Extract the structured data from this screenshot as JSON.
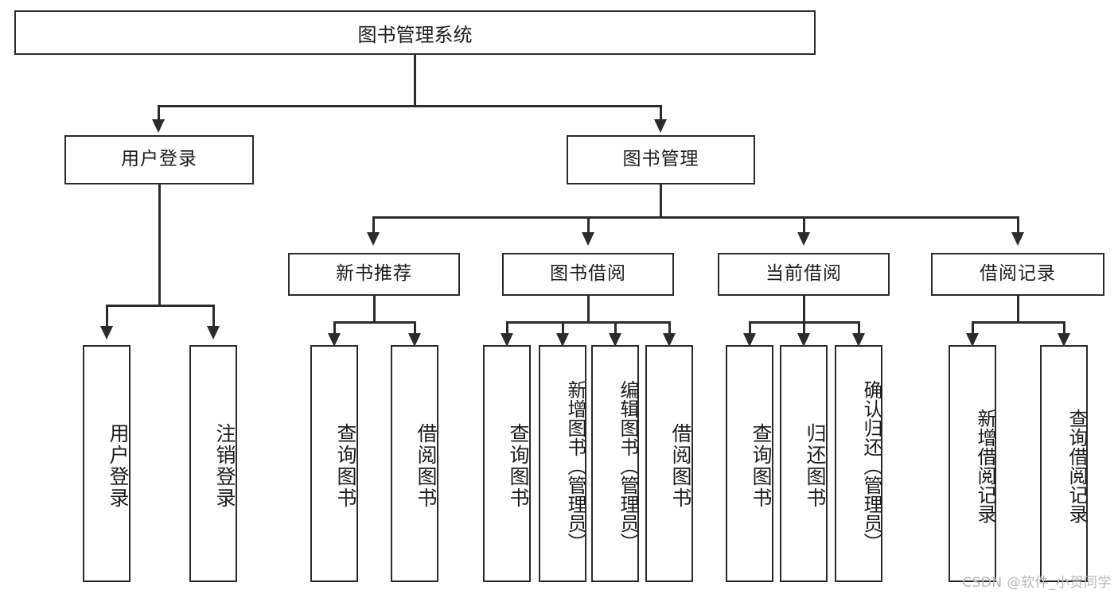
{
  "diagram": {
    "type": "hierarchy-tree",
    "title": "图书管理系统",
    "root": {
      "label": "图书管理系统"
    },
    "level1": [
      {
        "id": "user-login",
        "label": "用户登录"
      },
      {
        "id": "book-management",
        "label": "图书管理"
      }
    ],
    "level2": [
      {
        "id": "new-book-recommend",
        "label": "新书推荐",
        "parent": "book-management"
      },
      {
        "id": "book-borrow",
        "label": "图书借阅",
        "parent": "book-management"
      },
      {
        "id": "current-borrow",
        "label": "当前借阅",
        "parent": "book-management"
      },
      {
        "id": "borrow-record",
        "label": "借阅记录",
        "parent": "book-management"
      }
    ],
    "leaves": {
      "user_login": [
        {
          "id": "leaf-user-login",
          "label": "用户登录"
        },
        {
          "id": "leaf-logout",
          "label": "注销登录"
        }
      ],
      "new_book_recommend": [
        {
          "id": "leaf-query-book-1",
          "label": "查询图书"
        },
        {
          "id": "leaf-borrow-book-1",
          "label": "借阅图书"
        }
      ],
      "book_borrow": [
        {
          "id": "leaf-query-book-2",
          "label": "查询图书"
        },
        {
          "id": "leaf-add-book",
          "label": "新增图书（管理员）"
        },
        {
          "id": "leaf-edit-book",
          "label": "编辑图书（管理员）"
        },
        {
          "id": "leaf-borrow-book-2",
          "label": "借阅图书"
        }
      ],
      "current_borrow": [
        {
          "id": "leaf-query-book-3",
          "label": "查询图书"
        },
        {
          "id": "leaf-return-book",
          "label": "归还图书"
        },
        {
          "id": "leaf-confirm-return",
          "label": "确认归还（管理员）"
        }
      ],
      "borrow_record": [
        {
          "id": "leaf-add-record",
          "label": "新增借阅记录"
        },
        {
          "id": "leaf-query-record",
          "label": "查询借阅记录"
        }
      ]
    },
    "colors": {
      "stroke": "#2b2b2b",
      "fill": "#ffffff",
      "text": "#1c1c1c",
      "watermark": "#b8b8b8"
    }
  },
  "watermark": {
    "text": "CSDN @软件_小贺同学"
  }
}
